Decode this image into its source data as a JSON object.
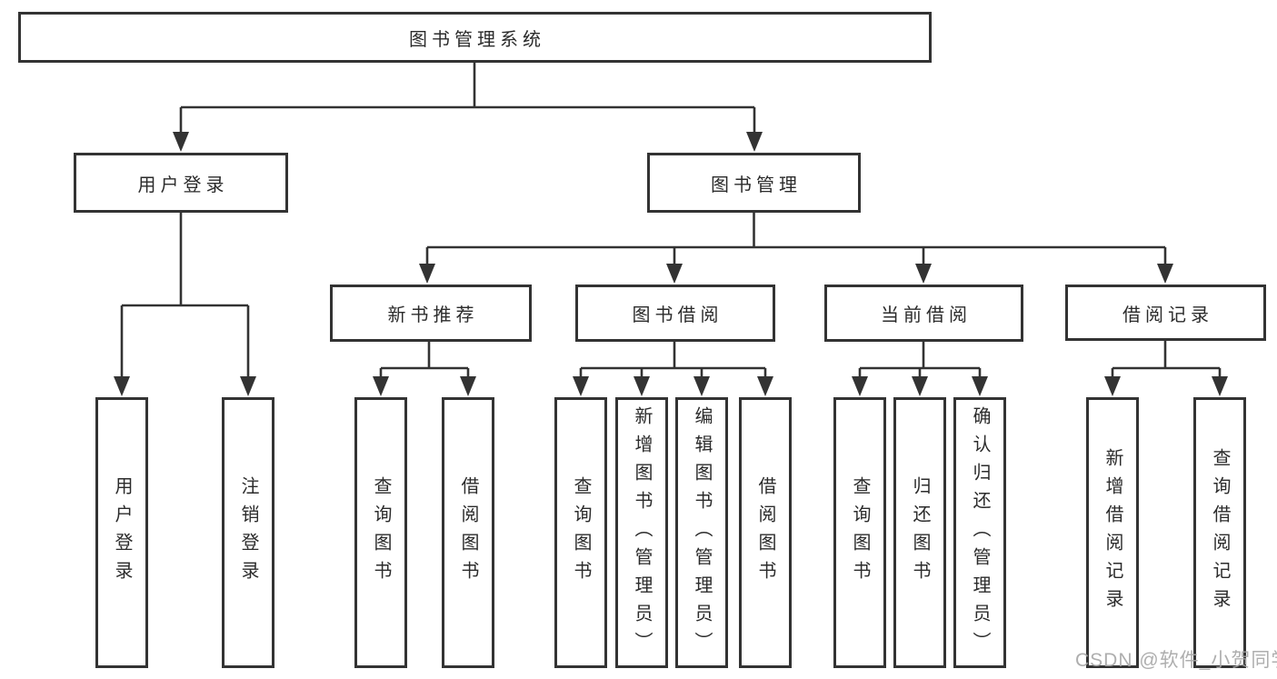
{
  "tree": {
    "root": {
      "label": "图书管理系统"
    },
    "level2": [
      {
        "id": "user-login",
        "label": "用户登录",
        "leaves": [
          "用户登录",
          "注销登录"
        ]
      },
      {
        "id": "book-management",
        "label": "图书管理",
        "sections": [
          {
            "id": "new-book-recommend",
            "label": "新书推荐",
            "leaves": [
              "查询图书",
              "借阅图书"
            ]
          },
          {
            "id": "book-borrowing",
            "label": "图书借阅",
            "leaves": [
              "查询图书",
              "新增图书（管理员）",
              "编辑图书（管理员）",
              "借阅图书"
            ]
          },
          {
            "id": "current-borrowing",
            "label": "当前借阅",
            "leaves": [
              "查询图书",
              "归还图书",
              "确认归还（管理员）"
            ]
          },
          {
            "id": "borrowing-records",
            "label": "借阅记录",
            "leaves": [
              "新增借阅记录",
              "查询借阅记录"
            ]
          }
        ]
      }
    ]
  },
  "watermark": {
    "text": "CSDN @软件_小贺同学",
    "color": "#a6a6a6"
  },
  "colors": {
    "line": "#333333",
    "text": "#2b2b2b",
    "box_background": "#ffffff",
    "page_background": "#ffffff"
  }
}
